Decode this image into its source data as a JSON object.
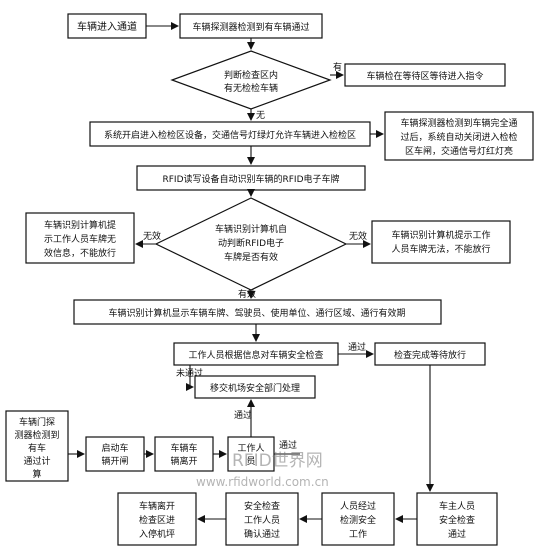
{
  "nodes": {
    "start": "车辆进入通道",
    "detector_detect": "车辆探测器检测到有车辆通过",
    "decision_area": [
      "判断检查区内",
      "有无检检车辆"
    ],
    "wait_area": "车辆检在等待区等待进入指令",
    "system_allow": "系统开启进入检检区设备，交通信号灯绿灯允许车辆进入检检区",
    "side_note": [
      "车辆探测器检测到车辆完全通",
      "过后，系统自动关闭进入检检",
      "区车闸，交通信号灯红灯亮"
    ],
    "rfid_read": "RFID读写设备自动识别车辆的RFID电子车牌",
    "mis_invalid": [
      "车辆识别计算机提",
      "示工作人员车牌无",
      "效信息，不能放行"
    ],
    "decision_rfid": [
      "车辆识别计算机自",
      "动判断RFID电子",
      "车牌是否有效"
    ],
    "mis_fail": [
      "车辆识别计算机提示工作",
      "人员车牌无法，不能放行"
    ],
    "show_info": "车辆识别计算机显示车辆车牌、驾驶员、使用单位、通行区域、通行有效期",
    "manual_check": "工作人员根据信息对车辆安全检查",
    "pass_release": "检查完成等待放行",
    "security_dept": "移交机场安全部门处理",
    "side_left": [
      "车辆门探",
      "测器检测到",
      "有车",
      "通过计",
      "算"
    ],
    "open_gate": [
      "启动车",
      "辆开闸"
    ],
    "vehicle_leave": [
      "车辆车",
      "辆离开"
    ],
    "staff_confirm": [
      "工作人",
      "员"
    ],
    "bot_exit": [
      "车辆离开",
      "检查区进",
      "入停机坪"
    ],
    "bot_confirm": [
      "安全检查",
      "工作人员",
      "确认通过"
    ],
    "bot_staff": [
      "人员经过",
      "检测安全",
      "工作"
    ],
    "bot_final": [
      "车主人员",
      "安全检查",
      "通过"
    ]
  },
  "edges": {
    "yes": "有",
    "no": "无",
    "invalid": "无效",
    "valid": "有效",
    "passed": "通过",
    "not_passed": "未通过",
    "pass_short": "通过"
  },
  "watermark": {
    "brand": "RFID世界网",
    "url": "www.rfidworld.com.cn"
  }
}
